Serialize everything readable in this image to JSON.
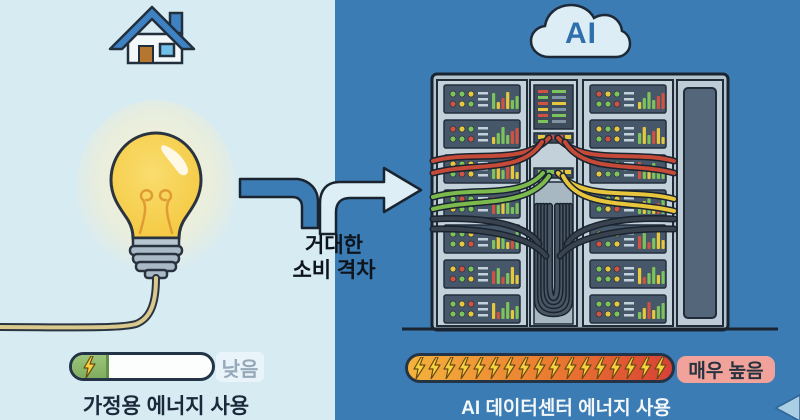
{
  "left_panel": {
    "label": "가정용 에너지 사용",
    "level": "낮음",
    "gauge": {
      "bolt_count": 1,
      "fill_percent": 25
    },
    "icons": [
      "house-icon",
      "lightbulb-icon",
      "power-cord"
    ]
  },
  "right_panel": {
    "cloud_text": "AI",
    "label": "AI 데이터센터 에너지 사용",
    "level": "매우 높음",
    "gauge": {
      "bolt_count": 17,
      "fill_percent": 100
    },
    "icons": [
      "ai-cloud-icon",
      "server-rack-icon"
    ]
  },
  "center": {
    "caption_lines": [
      "거대한",
      "소비 격차"
    ],
    "icon": "flow-arrow-icon"
  },
  "colors": {
    "left_bg": "#d7ebf3",
    "right_bg": "#3c7cb4",
    "outline": "#1d2936",
    "bolt_yellow": "#f7d23e",
    "bolt_outline": "#6b4a14",
    "gauge_green": "#8cba68",
    "gauge_gradient_start": "#f3b33c",
    "gauge_gradient_end": "#d84136",
    "badge_low_bg": "#e9f4fa",
    "badge_low_text": "#96a9ba",
    "badge_high_bg": "#f1a39b",
    "label_dark": "#1b2a3a",
    "label_light": "#f3f7f9",
    "cloud_blue": "#2e6fac",
    "led_green": "#7dc35b",
    "led_yellow": "#e5c83e",
    "led_red": "#cf5243",
    "cable_red": "#c64a38",
    "cable_green": "#7cba4e",
    "cable_yellow": "#e7c63e",
    "cable_dark": "#39434f"
  }
}
